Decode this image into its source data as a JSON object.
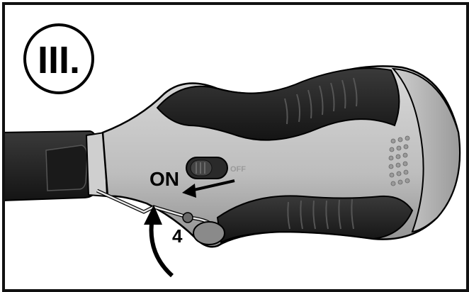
{
  "step": {
    "label": "III."
  },
  "switch": {
    "on_label": "ON",
    "off_label": "OFF"
  },
  "callout": {
    "number": "4"
  },
  "icons": [
    "step-number-badge",
    "arrow-left-icon",
    "curved-arrow-up-icon"
  ],
  "colors": {
    "frame": "#111111",
    "handle_dark": "#2b2b2b",
    "handle_light": "#c7c7c7",
    "background": "#ffffff"
  }
}
